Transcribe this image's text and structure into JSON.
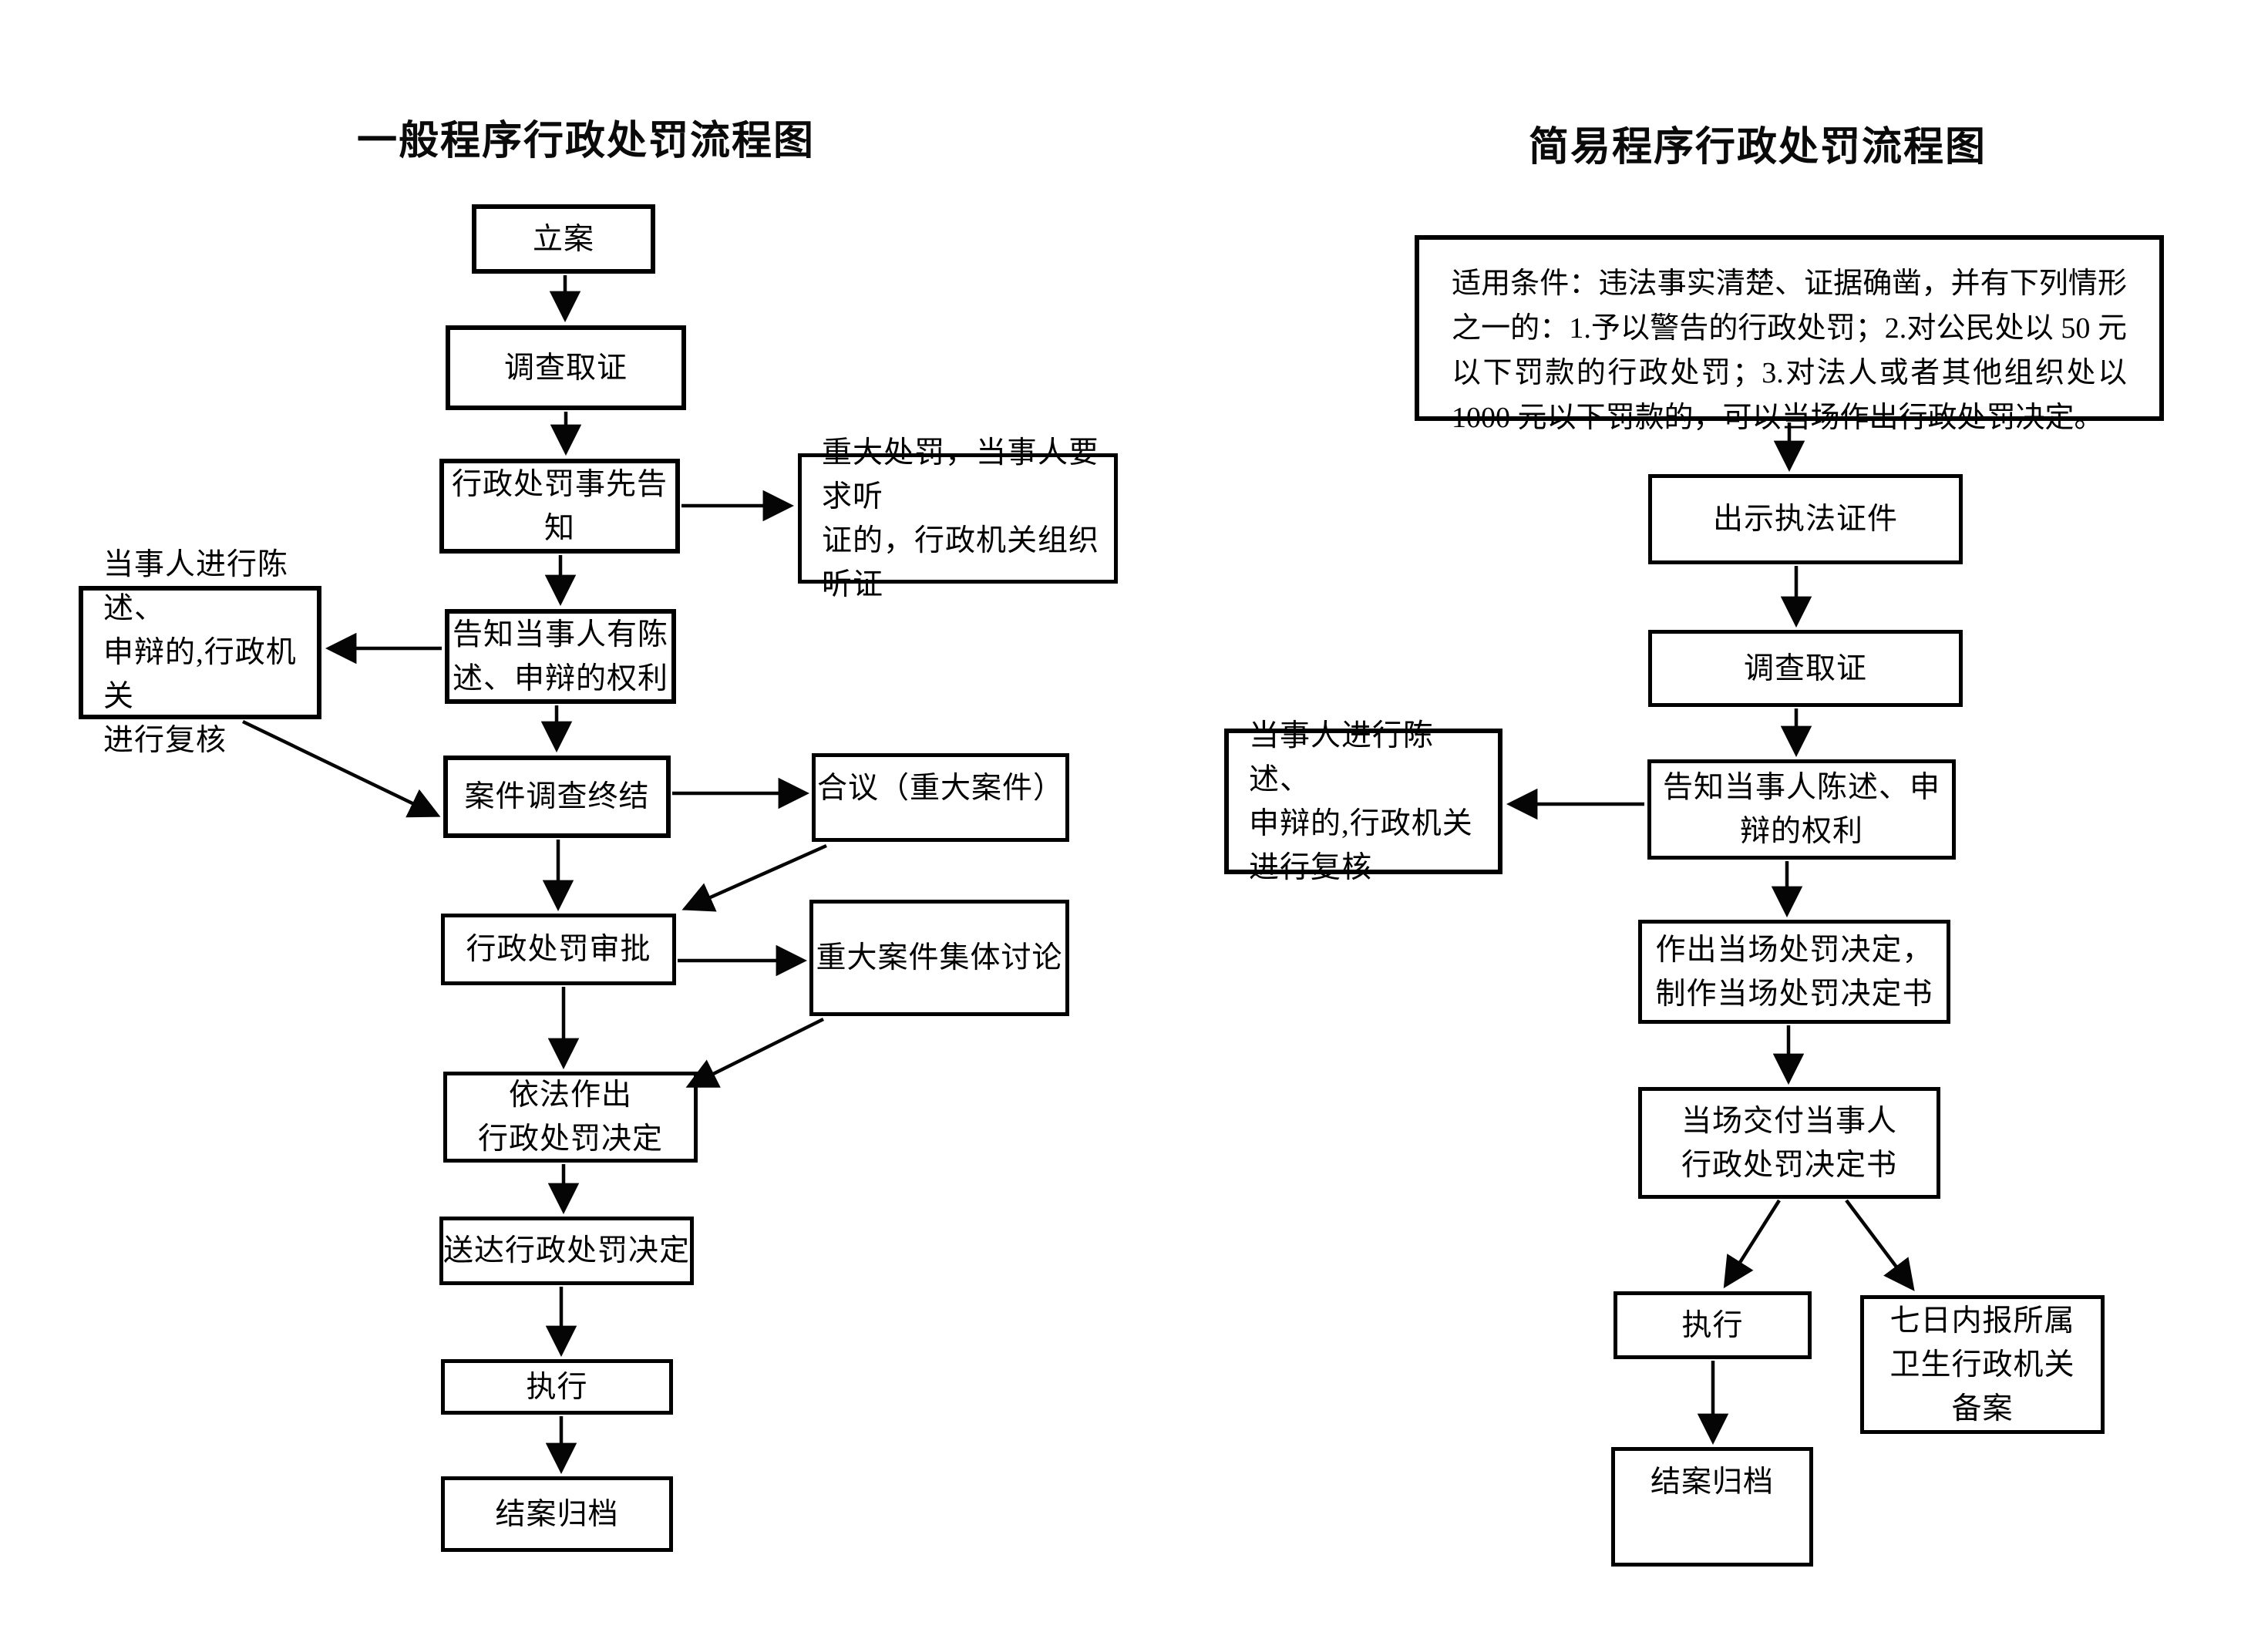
{
  "page": {
    "background": "#ffffff",
    "line_color": "#050505",
    "box_border_color": "#000000"
  },
  "left_chart": {
    "title": "一般程序行政处罚流程图",
    "nodes": {
      "li_an": {
        "label": "立案"
      },
      "diaocha_quzheng": {
        "label": "调查取证"
      },
      "shixian_gaozhi": {
        "label": "行政处罚事先告知"
      },
      "zhongda_chufa_tingzheng": {
        "label": "重大处罚，当事人要求听\n证的，行政机关组织听证"
      },
      "chenshu_shenbian_fuhe": {
        "label": "当事人进行陈述、\n申辩的,行政机关\n进行复核"
      },
      "gaozhi_quanli": {
        "label": "告知当事人有陈\n述、申辩的权利"
      },
      "diaocha_zhongjie": {
        "label": "案件调查终结"
      },
      "heyi": {
        "label": "合议（重大案件）"
      },
      "chufa_shenpi": {
        "label": "行政处罚审批"
      },
      "jiti_taolun": {
        "label": "重大案件集体讨论"
      },
      "yifa_zuochu": {
        "label": "依法作出\n行政处罚决定"
      },
      "songda_jueding": {
        "label": "送达行政处罚决定"
      },
      "zhixing": {
        "label": "执行"
      },
      "jiean_guidang": {
        "label": "结案归档"
      }
    }
  },
  "right_chart": {
    "title": "简易程序行政处罚流程图",
    "nodes": {
      "shiyong_tiaojian": {
        "label": "适用条件：违法事实清楚、证据确凿，并有下列情形之一的：1.予以警告的行政处罚；2.对公民处以 50 元以下罚款的行政处罚；3.对法人或者其他组织处以 1000 元以下罚款的，可以当场作出行政处罚决定。"
      },
      "chushi_zhengjian": {
        "label": "出示执法证件"
      },
      "diaocha_quzheng": {
        "label": "调查取证"
      },
      "gaozhi_quanli": {
        "label": "告知当事人陈述、申\n辩的权利"
      },
      "chenshu_shenbian_fuhe": {
        "label": "当事人进行陈述、\n申辩的,行政机关\n进行复核"
      },
      "zuochu_dangchang_jueding": {
        "label": "作出当场处罚决定，\n制作当场处罚决定书"
      },
      "jiaofu_juedingshu": {
        "label": "当场交付当事人\n行政处罚决定书"
      },
      "zhixing": {
        "label": "执行"
      },
      "qiri_beian": {
        "label": "七日内报所属\n卫生行政机关\n备案"
      },
      "jiean_guidang": {
        "label": "结案归档"
      }
    }
  }
}
